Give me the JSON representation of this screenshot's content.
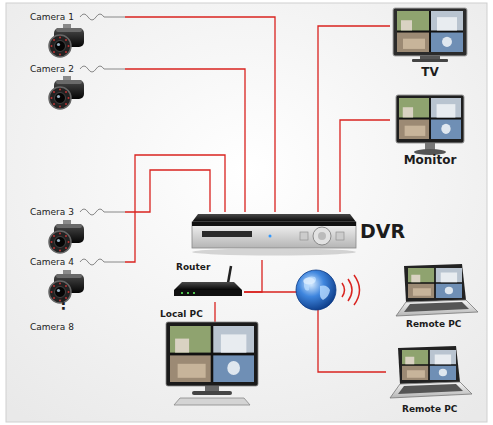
{
  "diagram": {
    "nodes": [
      {
        "text": [
          "Camera 1"
        ]
      },
      {
        "text": [
          "Camera 2"
        ]
      },
      {
        "text": [
          "Camera 3"
        ]
      },
      {
        "text": [
          "Camera 4"
        ]
      },
      {
        "text": [
          "TV"
        ]
      },
      {
        "text": [
          "Monitor"
        ]
      },
      {
        "text": [
          "DVR"
        ]
      },
      {
        "text": [
          "Router"
        ]
      },
      {
        "text": [
          "Local PC"
        ]
      },
      {
        "text": [
          "Remote PC"
        ]
      },
      {
        "text": [
          "Remote PC"
        ]
      }
    ],
    "edges": [
      {
        "from": 0,
        "to": 6,
        "arrow": "none"
      },
      {
        "from": 1,
        "to": 6,
        "arrow": "none"
      },
      {
        "from": 2,
        "to": 6,
        "arrow": "none"
      },
      {
        "from": 3,
        "to": 6,
        "arrow": "none"
      },
      {
        "from": 6,
        "to": 4,
        "arrow": "none"
      },
      {
        "from": 6,
        "to": 5,
        "arrow": "none"
      },
      {
        "from": 6,
        "to": 7,
        "arrow": "none"
      },
      {
        "from": 7,
        "to": 8,
        "arrow": "none"
      },
      {
        "from": 7,
        "to": 10,
        "arrow": "none"
      }
    ],
    "labels": [
      "⋮",
      "Camera 8"
    ]
  }
}
